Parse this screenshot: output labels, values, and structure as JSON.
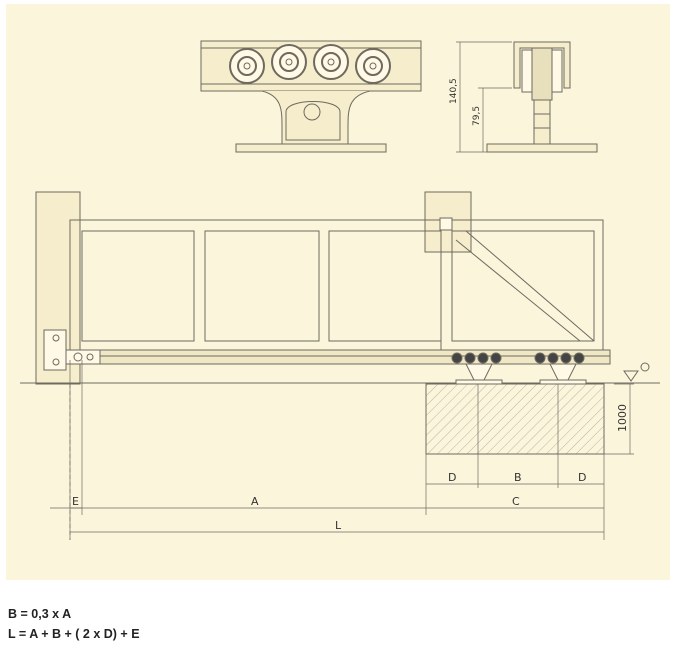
{
  "diagram": {
    "dimensions": {
      "height_total": "140,5",
      "height_partial": "79,5",
      "foundation_depth": "1000",
      "label_D": "D",
      "label_B": "B",
      "label_E": "E",
      "label_A": "A",
      "label_C": "C",
      "label_L": "L"
    },
    "colors": {
      "background": "#fbf5dc",
      "line": "#6e6a60",
      "text": "#222222"
    }
  },
  "formulas": {
    "line1": "B = 0,3 x A",
    "line2": "L = A + B + ( 2 x D) + E"
  }
}
